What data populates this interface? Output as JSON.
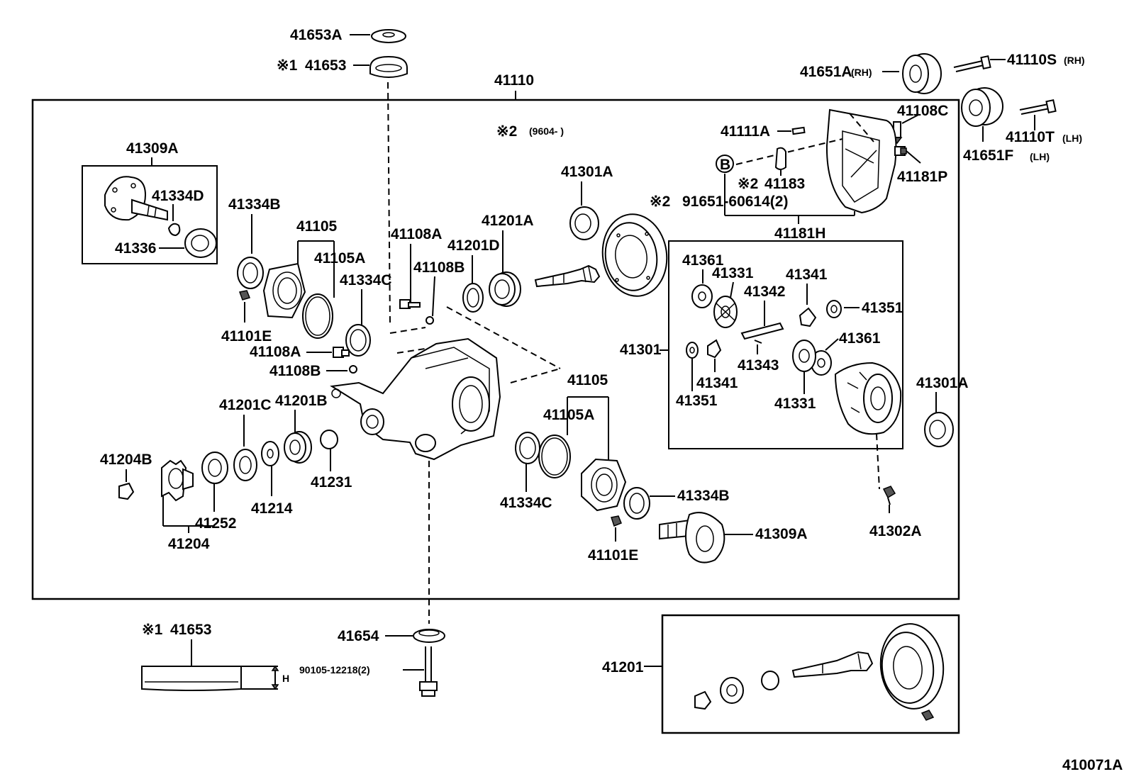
{
  "diagram_id": "410071A",
  "notes": {
    "mark1": "※1",
    "mark2": "※2",
    "date_code": "(9604-     )"
  },
  "labels": {
    "p41653A_top": "41653A",
    "p41653_top": "41653",
    "p41110": "41110",
    "p41651A": "41651A",
    "rh1": "(RH)",
    "p41110S": "41110S",
    "rh2": "(RH)",
    "p41108C": "41108C",
    "p41111A": "41111A",
    "b_circle": "B",
    "p41183": "41183",
    "p41181P": "41181P",
    "p41110T": "41110T",
    "lh1": "(LH)",
    "p41651F": "41651F",
    "lh2": "(LH)",
    "p91651": "91651-60614(2)",
    "p41181H": "41181H",
    "p41309A_top": "41309A",
    "p41334D": "41334D",
    "p41336": "41336",
    "p41334B_top": "41334B",
    "p41105_top": "41105",
    "p41105A_top": "41105A",
    "p41334C_top": "41334C",
    "p41101E_top": "41101E",
    "p41108A_top": "41108A",
    "p41108B_top": "41108B",
    "p41201D": "41201D",
    "p41201A": "41201A",
    "p41301A_top": "41301A",
    "p41108A_mid": "41108A",
    "p41108B_mid": "41108B",
    "p41361_a": "41361",
    "p41331_a": "41331",
    "p41341_a": "41341",
    "p41351_a": "41351",
    "p41342": "41342",
    "p41301": "41301",
    "p41361_b": "41361",
    "p41343": "41343",
    "p41341_b": "41341",
    "p41351_b": "41351",
    "p41331_b": "41331",
    "p41301A_right": "41301A",
    "p41201C": "41201C",
    "p41201B": "41201B",
    "p41204B": "41204B",
    "p41231": "41231",
    "p41214": "41214",
    "p41252": "41252",
    "p41204": "41204",
    "p41105_bot": "41105",
    "p41105A_bot": "41105A",
    "p41334C_bot": "41334C",
    "p41334B_bot": "41334B",
    "p41101E_bot": "41101E",
    "p41309A_bot": "41309A",
    "p41302A": "41302A",
    "p41653_bot": "41653",
    "h_dim": "H",
    "p41654": "41654",
    "p90105": "90105-12218(2)",
    "p41201": "41201"
  }
}
